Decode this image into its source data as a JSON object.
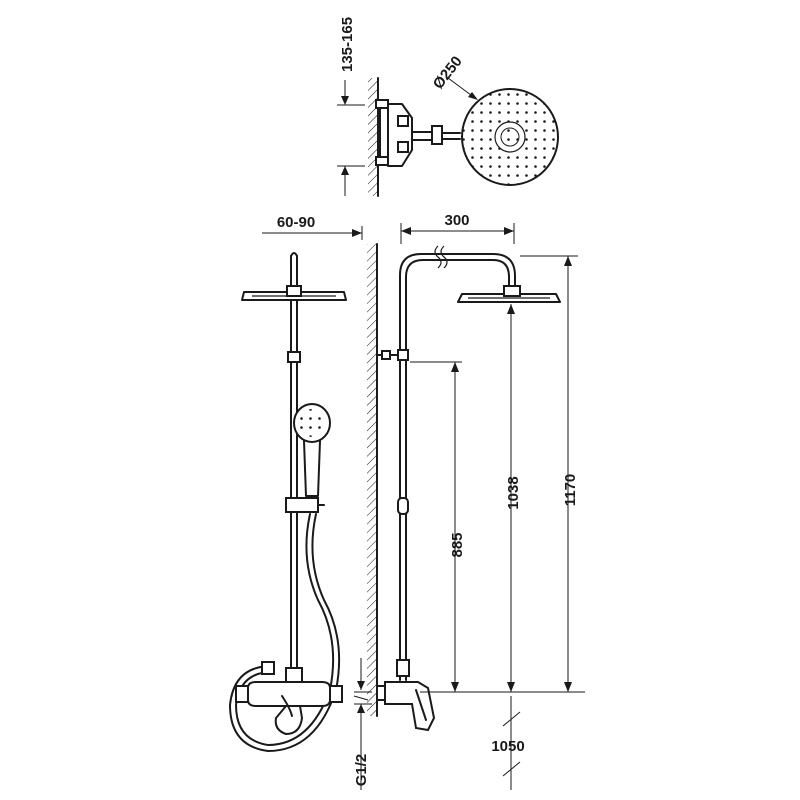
{
  "dimensions": {
    "wall_offset_top": "135-165",
    "head_diameter": "Ø250",
    "wall_distance": "60-90",
    "arm_length": "300",
    "holder_height": "885",
    "head_height": "1038",
    "total_height": "1170",
    "install_height": "1050",
    "inlet_thread": "G1/2"
  },
  "colors": {
    "line": "#1a1a1a",
    "background": "#ffffff"
  }
}
